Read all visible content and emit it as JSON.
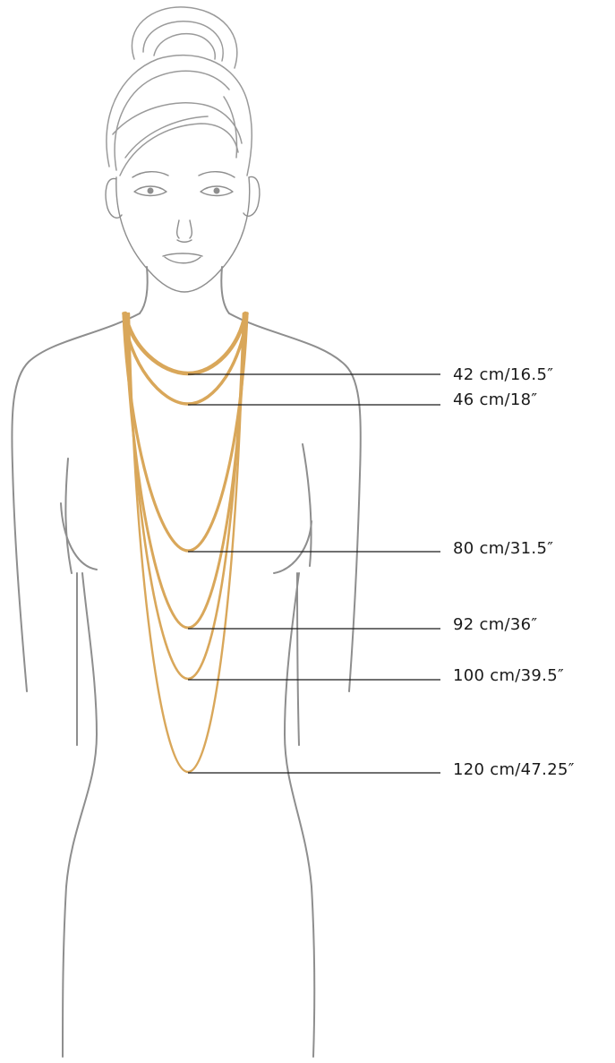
{
  "colors": {
    "chain": "#d9a75a",
    "outline": "#8e8e8e",
    "leader": "#1a1a1a",
    "background": "#ffffff"
  },
  "lengths": [
    {
      "label": "42 cm/16.5″",
      "cm": 42,
      "inches": 16.5
    },
    {
      "label": "46 cm/18″",
      "cm": 46,
      "inches": 18
    },
    {
      "label": "80 cm/31.5″",
      "cm": 80,
      "inches": 31.5
    },
    {
      "label": "92 cm/36″",
      "cm": 92,
      "inches": 36
    },
    {
      "label": "100 cm/39.5″",
      "cm": 100,
      "inches": 39.5
    },
    {
      "label": "120 cm/47.25″",
      "cm": 120,
      "inches": 47.25
    }
  ]
}
